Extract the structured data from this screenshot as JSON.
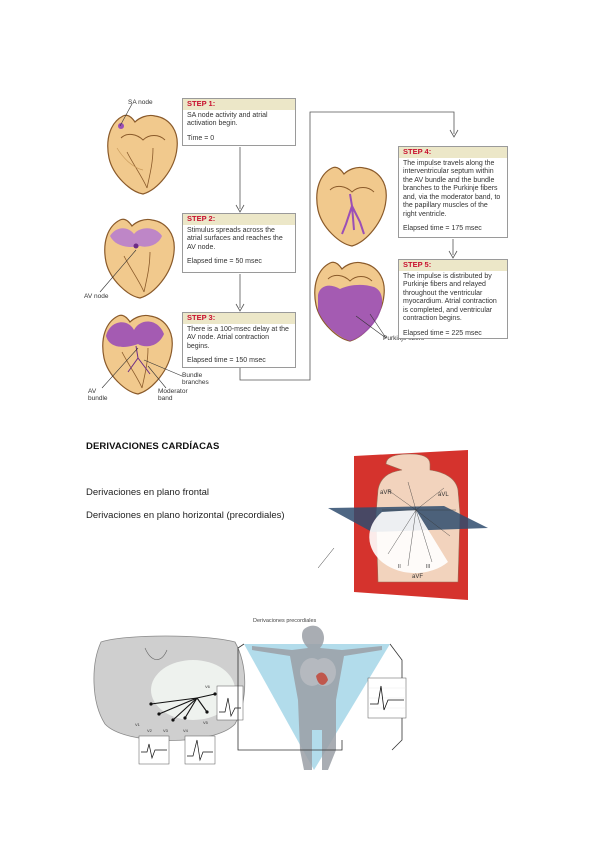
{
  "figure1": {
    "steps": [
      {
        "header": "STEP 1:",
        "text": "SA node activity and atrial activation begin.",
        "time": "Time = 0"
      },
      {
        "header": "STEP 2:",
        "text": "Stimulus spreads across the atrial surfaces and reaches the AV node.",
        "time": "Elapsed time = 50 msec"
      },
      {
        "header": "STEP 3:",
        "text": "There is a 100-msec delay at the AV node. Atrial contraction begins.",
        "time": "Elapsed time = 150 msec"
      },
      {
        "header": "STEP 4:",
        "text": "The impulse travels along the interventricular septum within the AV bundle and the bundle branches to the Purkinje fibers and, via the moderator band, to the papillary muscles of the right ventricle.",
        "time": "Elapsed time = 175 msec"
      },
      {
        "header": "STEP 5:",
        "text": "The impulse is distributed by Purkinje fibers and relayed throughout the ventricular myocardium. Atrial contraction is completed, and ventricular contraction begins.",
        "time": "Elapsed time = 225 msec"
      }
    ],
    "labels": {
      "sa_node": "SA node",
      "av_node": "AV node",
      "bundle_branches": "Bundle branches",
      "av_bundle": "AV bundle",
      "moderator_band": "Moderator band",
      "purkinje": "Purkinje fibers"
    }
  },
  "section": {
    "title": "DERIVACIONES CARDÍACAS",
    "line1": "Derivaciones en plano frontal",
    "line2": "Derivaciones en plano horizontal (precordiales)"
  },
  "figure2": {
    "lead_avr": "aVR",
    "lead_avl": "aVL",
    "lead_avf": "aVF",
    "lead_ii": "II",
    "lead_iii": "III"
  },
  "figure3": {
    "caption": "Derivaciones precordiales",
    "leads": [
      "V1",
      "V2",
      "V3",
      "V4",
      "V5",
      "V6"
    ]
  },
  "colors": {
    "step_header": "#c8102e",
    "heart_fill": "#f1c98d",
    "activation": "#9b4fb6",
    "plane_red": "#d5332d",
    "plane_blue": "#2f4c6e"
  }
}
